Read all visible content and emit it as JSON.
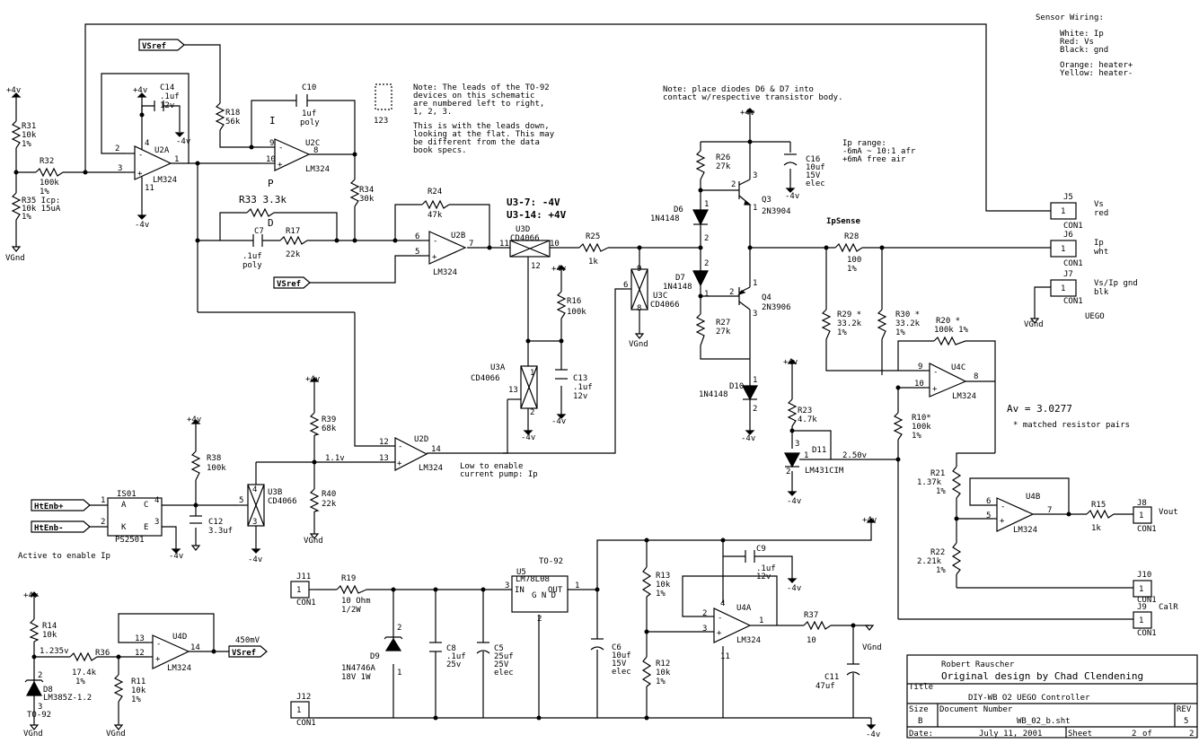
{
  "notes": {
    "sensor_wiring": [
      "Sensor Wiring:",
      "White:  Ip",
      "Red:    Vs",
      "Black:  gnd",
      "Orange:  heater+",
      "Yellow:  heater-"
    ],
    "to92": [
      "Note: The leads of the TO-92",
      "devices on this schematic",
      "are numbered left to right,",
      "1, 2, 3.",
      "This is with the leads down,",
      "looking at the flat. This may",
      "be different from the data",
      "book specs."
    ],
    "to92_pins": "123",
    "diodes": [
      "Note: place diodes D6 & D7 into",
      "contact w/respective transistor body."
    ],
    "ip_range": [
      "Ip range:",
      "-6mA ~ 10:1 afr",
      "+6mA free air"
    ],
    "u3_supply": [
      "U3-7:  -4V",
      "U3-14: +4V"
    ],
    "low_enable": [
      "Low to enable",
      "current pump: Ip"
    ],
    "active_enable": "Active to enable Ip",
    "gain": "Av = 3.0277",
    "matched": "* matched resistor pairs",
    "ipsense": "IpSense",
    "uego": "UEGO"
  },
  "nets": {
    "plus4v": "+4v",
    "minus4v": "-4v",
    "vgnd": "VGnd",
    "vsref": "VSref",
    "htenb_plus": "HtEnb+",
    "htenb_minus": "HtEnb-",
    "v1_1": "1.1v",
    "v2_50": "2.50v",
    "v1_235": "1.235v",
    "mv450": "450mV"
  },
  "opamps": {
    "u2a": {
      "ref": "U2A",
      "part": "LM324",
      "pins": [
        "2",
        "3",
        "1",
        "4",
        "11"
      ]
    },
    "u2c": {
      "ref": "U2C",
      "part": "LM324",
      "pins": [
        "9",
        "10",
        "8"
      ]
    },
    "u2b": {
      "ref": "U2B",
      "part": "LM324",
      "pins": [
        "6",
        "5",
        "7"
      ]
    },
    "u2d": {
      "ref": "U2D",
      "part": "LM324",
      "pins": [
        "12",
        "13",
        "14"
      ]
    },
    "u4c": {
      "ref": "U4C",
      "part": "LM324",
      "pins": [
        "9",
        "10",
        "8"
      ]
    },
    "u4b": {
      "ref": "U4B",
      "part": "LM324",
      "pins": [
        "6",
        "5",
        "7"
      ]
    },
    "u4a": {
      "ref": "U4A",
      "part": "LM324",
      "pins": [
        "2",
        "3",
        "1",
        "4",
        "11"
      ]
    },
    "u4d": {
      "ref": "U4D",
      "part": "LM324",
      "pins": [
        "13",
        "12",
        "14"
      ]
    }
  },
  "switches": {
    "u3d": {
      "ref": "U3D",
      "part": "CD4066",
      "pins": [
        "11",
        "10",
        "12"
      ]
    },
    "u3c": {
      "ref": "U3C",
      "part": "CD4066",
      "pins": [
        "9",
        "6",
        "8"
      ]
    },
    "u3a": {
      "ref": "U3A",
      "part": "CD4066",
      "pins": [
        "1",
        "13",
        "2"
      ]
    },
    "u3b": {
      "ref": "U3B",
      "part": "CD4066",
      "pins": [
        "4",
        "5",
        "3"
      ]
    }
  },
  "resistors": {
    "r31": [
      "R31",
      "10k",
      "1%"
    ],
    "r32": [
      "R32",
      "100k",
      "1%"
    ],
    "r35": [
      "R35 Icp:",
      "10k 15uA",
      "1%"
    ],
    "r18": [
      "R18",
      "56k"
    ],
    "r33": [
      "R33 3.3k"
    ],
    "r17": [
      "R17",
      "22k"
    ],
    "r34": [
      "R34",
      "30k"
    ],
    "r24": [
      "R24",
      "47k"
    ],
    "r25": [
      "R25",
      "1k"
    ],
    "r16": [
      "R16",
      "100k"
    ],
    "r26": [
      "R26",
      "27k"
    ],
    "r27": [
      "R27",
      "27k"
    ],
    "r28": [
      "R28",
      "100",
      "1%"
    ],
    "r29": [
      "R29 *",
      "33.2k",
      "1%"
    ],
    "r30": [
      "R30 *",
      "33.2k",
      "1%"
    ],
    "r20": [
      "R20 *",
      "100k 1%"
    ],
    "r23": [
      "R23",
      "4.7k"
    ],
    "r10": [
      "R10*",
      "100k",
      "1%"
    ],
    "r21": [
      "R21",
      "1.37k",
      "1%"
    ],
    "r22": [
      "R22",
      "2.21k",
      "1%"
    ],
    "r15": [
      "R15",
      "1k"
    ],
    "r39": [
      "R39",
      "68k"
    ],
    "r40": [
      "R40",
      "22k"
    ],
    "r38": [
      "R38",
      "100k"
    ],
    "r19": [
      "R19",
      "10 Ohm",
      "1/2W"
    ],
    "r13": [
      "R13",
      "10k",
      "1%"
    ],
    "r12": [
      "R12",
      "10k",
      "1%"
    ],
    "r37": [
      "R37",
      "10"
    ],
    "r14": [
      "R14",
      "10k"
    ],
    "r36": [
      "R36",
      "17.4k",
      "1%"
    ],
    "r11": [
      "R11",
      "10k",
      "1%"
    ]
  },
  "capacitors": {
    "c14": [
      "C14",
      ".1uf",
      "12v"
    ],
    "c10": [
      "C10",
      "1uf",
      "poly"
    ],
    "c7": [
      "C7",
      ".1uf",
      "poly"
    ],
    "c13": [
      "C13",
      ".1uf",
      "12v"
    ],
    "c16": [
      "C16",
      "10uf",
      "15V",
      "elec"
    ],
    "c12": [
      "C12",
      "3.3uf"
    ],
    "c9": [
      "C9",
      ".1uf",
      "12v"
    ],
    "c8": [
      "C8",
      ".1uf",
      "25v"
    ],
    "c5": [
      "C5",
      "25uf",
      "25V",
      "elec"
    ],
    "c6": [
      "C6",
      "10uf",
      "15V",
      "elec"
    ],
    "c11": [
      "C11",
      "47uf"
    ]
  },
  "semis": {
    "d6": [
      "D6",
      "1N4148"
    ],
    "d7": [
      "D7",
      "1N4148"
    ],
    "d10": [
      "D10",
      "1N4148"
    ],
    "q3": [
      "Q3",
      "2N3904"
    ],
    "q4": [
      "Q4",
      "2N3906"
    ],
    "d11": [
      "D11",
      "LM431CIM"
    ],
    "d9": [
      "D9",
      "1N4746A",
      "18V 1W"
    ],
    "d8": [
      "D8",
      "LM385Z-1.2",
      "TO-92"
    ],
    "is01": [
      "IS01",
      "PS2501",
      "A",
      "K",
      "C",
      "E"
    ],
    "u5": [
      "U5",
      "LM78L08",
      "TO-92",
      "IN",
      "OUT",
      "G N D"
    ]
  },
  "labels_pid": {
    "i": "I",
    "p": "P",
    "d": "D"
  },
  "connectors": {
    "j5": [
      "J5",
      "CON1",
      "Vs",
      "red"
    ],
    "j6": [
      "J6",
      "CON1",
      "Ip",
      "wht"
    ],
    "j7": [
      "J7",
      "CON1",
      "Vs/Ip gnd",
      "blk"
    ],
    "j8": [
      "J8",
      "CON1",
      "Vout"
    ],
    "j10": [
      "J10",
      "CON1"
    ],
    "j9": [
      "J9",
      "CON1",
      "CalR"
    ],
    "j11": [
      "J11",
      "CON1"
    ],
    "j12": [
      "J12",
      "CON1"
    ]
  },
  "title_block": {
    "author": "Robert Rauscher",
    "original": "Original design by Chad Clendening",
    "title_label": "Title",
    "title": "DIY-WB O2 UEGO Controller",
    "size_label": "Size",
    "size": "B",
    "docnum_label": "Document Number",
    "docnum": "WB_02_b.sht",
    "rev_label": "REV",
    "rev": "5",
    "date_label": "Date:",
    "date": "July 11, 2001",
    "sheet_label": "Sheet",
    "sheet": "2",
    "of": "of",
    "sheets": "2"
  }
}
